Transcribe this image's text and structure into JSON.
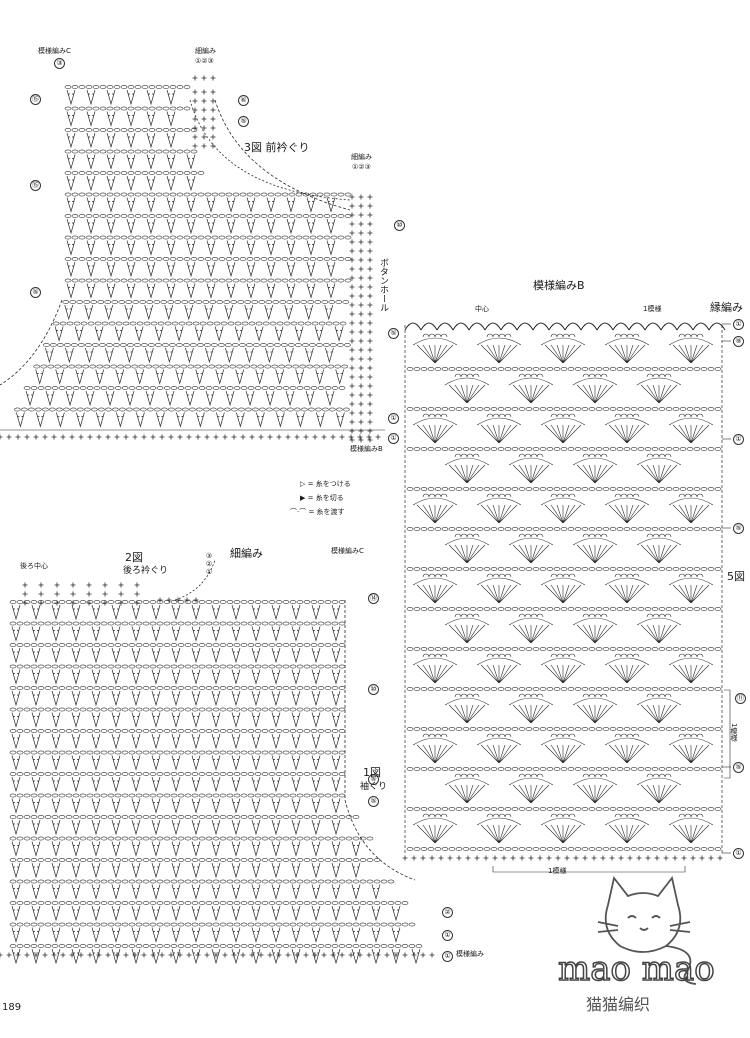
{
  "page_number": "189",
  "figure3": {
    "title": "3図 前衿ぐり",
    "pattern_c_label": "模様編みC",
    "top_rows_label": "細編み",
    "top_rows_nums": "①②③",
    "right_rows_label": "細編み",
    "right_rows_nums": "①②③",
    "buttonhole": "ボタンホール",
    "bottom_label": "模様編みB",
    "row_markers": [
      "⑥",
      "⑤",
      "⑮",
      "⑩",
      "⑤",
      "⑤",
      "①",
      "①",
      "⑭",
      "⑮",
      "③"
    ]
  },
  "legend": {
    "attach": "= 糸をつける",
    "cut": "= 糸を切る",
    "carry": "= 糸を渡す"
  },
  "figure2": {
    "title": "2図",
    "subtitle": "後ろ衿ぐり",
    "sc_label": "細編み",
    "back_center": "後ろ中心",
    "pattern_c_label": "模様編みC",
    "top_nums": "③②①",
    "row_markers": [
      "⑭",
      "⑩",
      "⑤",
      "⑤",
      "②",
      "①",
      "①"
    ]
  },
  "figure1": {
    "title": "1図",
    "subtitle": "袖ぐり",
    "bottom_label": "模様編み"
  },
  "figure5": {
    "pattern_b_label": "模様編みB",
    "center_label": "中心",
    "repeat_label": "1模様",
    "edge_label": "縁編み",
    "fig_label": "5図",
    "side_repeat": "1模様",
    "bottom_repeat": "1模様",
    "row_markers": [
      "①",
      "⑨",
      "①",
      "⑤",
      "⑪",
      "⑤",
      "①"
    ]
  },
  "watermark": {
    "text": "mao mao",
    "subtext": "猫猫编织"
  }
}
